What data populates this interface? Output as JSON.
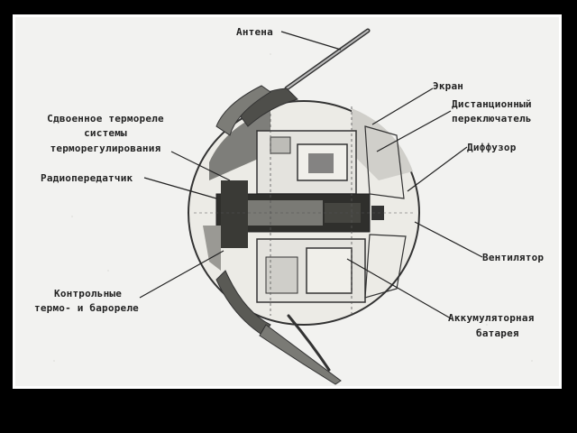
{
  "labels": {
    "antenna": "Антена",
    "screen": "Экран",
    "remote_switch_1": "Дистанционный",
    "remote_switch_2": "переключатель",
    "diffuser": "Диффузор",
    "fan": "Вентилятор",
    "battery_1": "Аккумуляторная",
    "battery_2": "батарея",
    "thermo_relay_1": "Сдвоенное термореле",
    "thermo_relay_2": "системы",
    "thermo_relay_3": "терморегулирования",
    "radio_transmitter": "Радиопередатчик",
    "control_relay_1": "Контрольные",
    "control_relay_2": "термо- и барореле"
  }
}
